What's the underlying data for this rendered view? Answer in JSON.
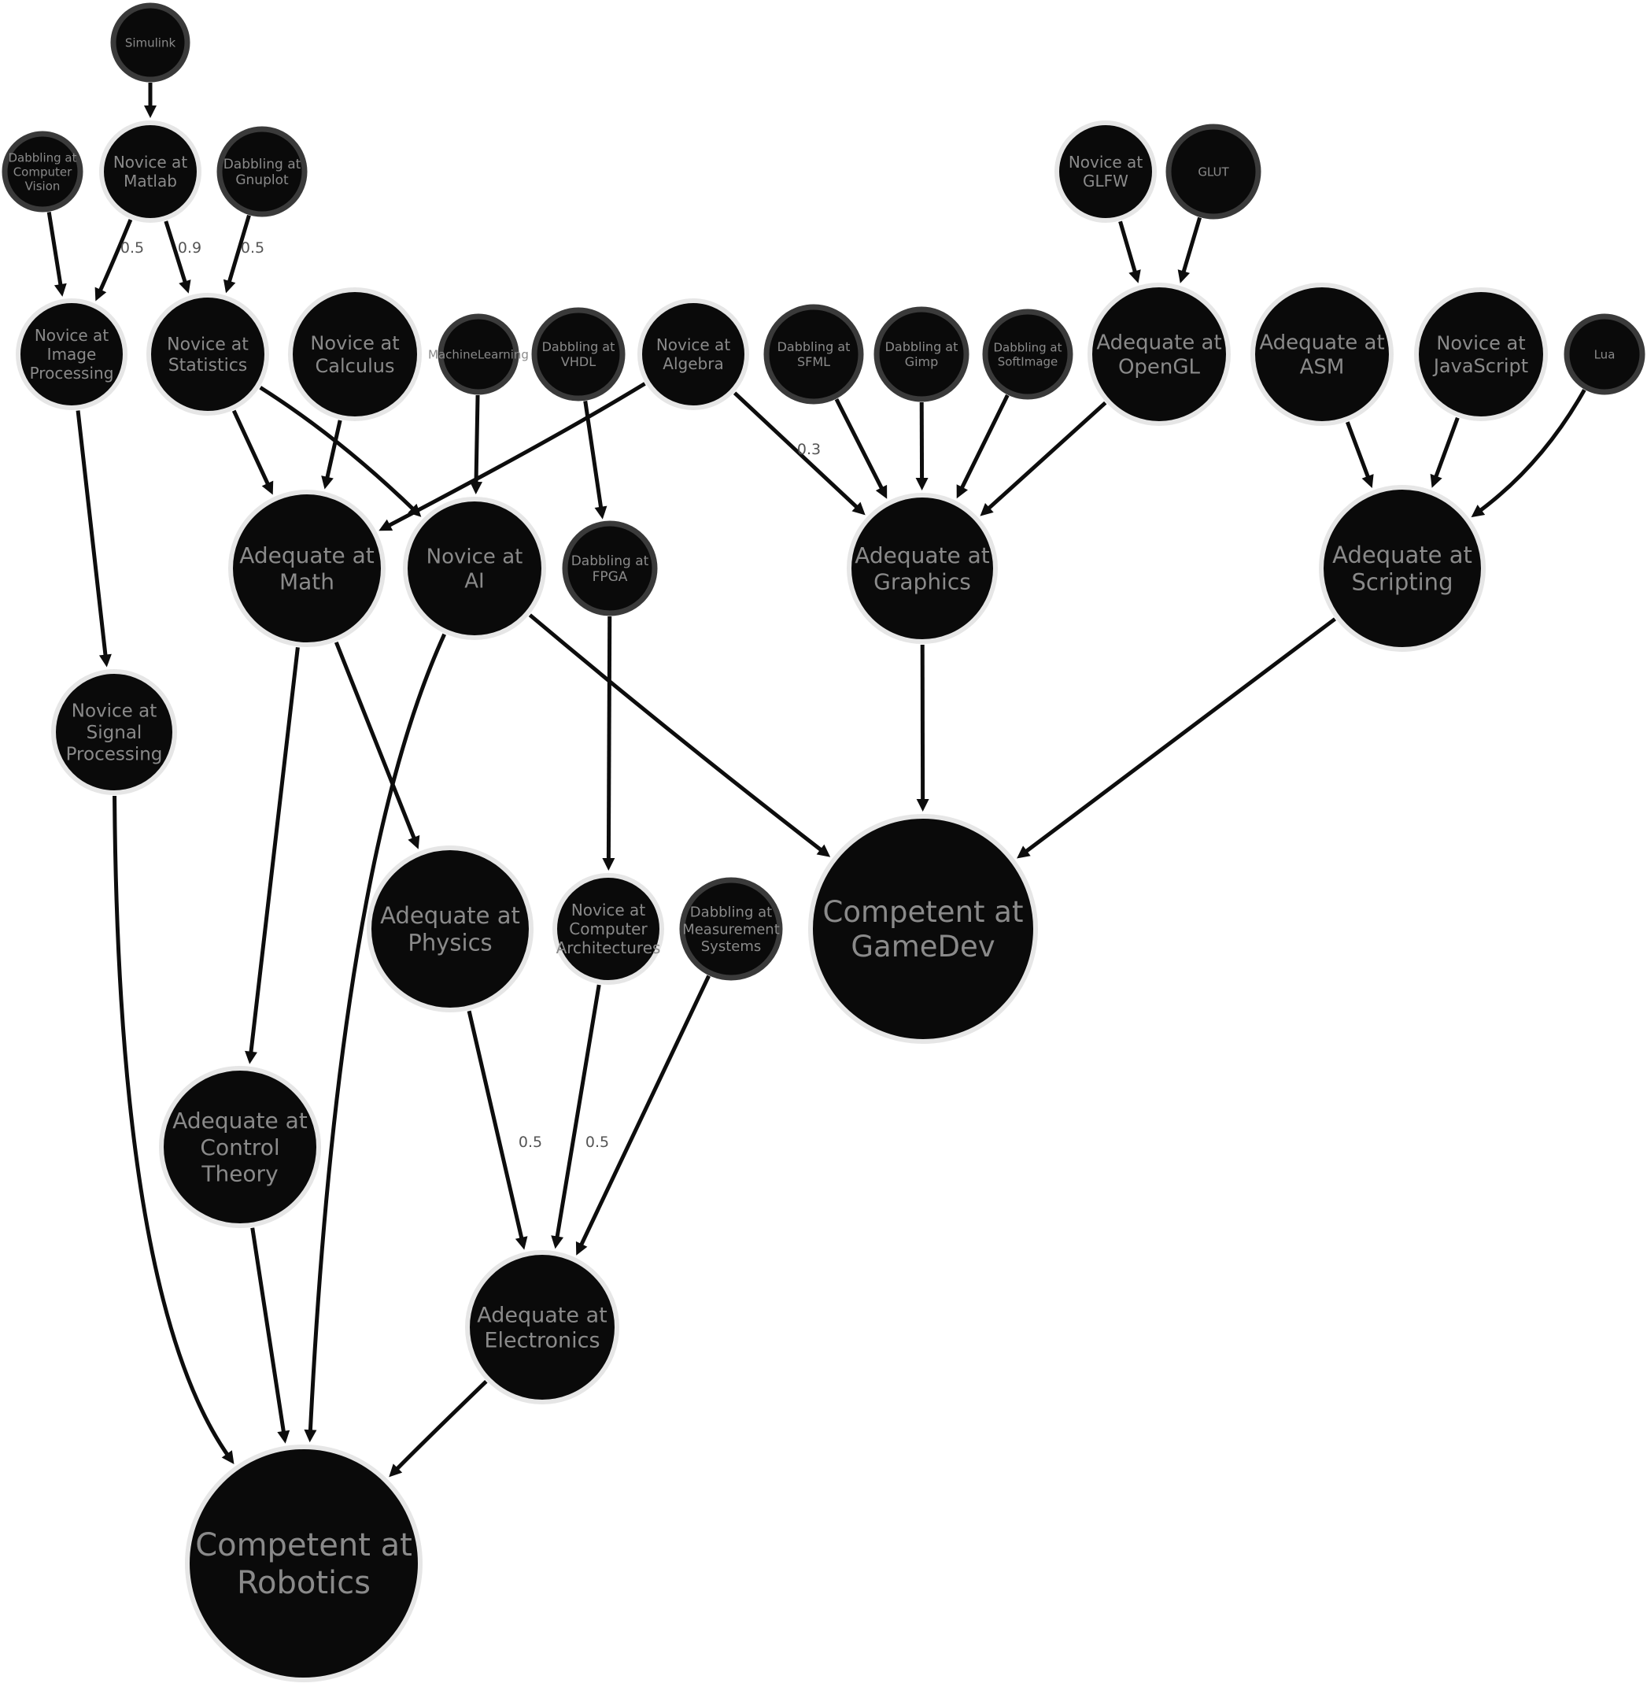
{
  "nodes": [
    {
      "id": "simulink",
      "label": [
        "Simulink"
      ]
    },
    {
      "id": "cv",
      "label": [
        "Dabbling at",
        "Computer",
        "Vision"
      ]
    },
    {
      "id": "matlab",
      "label": [
        "Novice at",
        "Matlab"
      ]
    },
    {
      "id": "gnuplot",
      "label": [
        "Dabbling at",
        "Gnuplot"
      ]
    },
    {
      "id": "glfw",
      "label": [
        "Novice at",
        "GLFW"
      ]
    },
    {
      "id": "glut",
      "label": [
        "GLUT"
      ]
    },
    {
      "id": "imgproc",
      "label": [
        "Novice at",
        "Image",
        "Processing"
      ]
    },
    {
      "id": "stats",
      "label": [
        "Novice at",
        "Statistics"
      ]
    },
    {
      "id": "calculus",
      "label": [
        "Novice at",
        "Calculus"
      ]
    },
    {
      "id": "ml",
      "label": [
        "MachineLearning"
      ]
    },
    {
      "id": "vhdl",
      "label": [
        "Dabbling at",
        "VHDL"
      ]
    },
    {
      "id": "algebra",
      "label": [
        "Novice at",
        "Algebra"
      ]
    },
    {
      "id": "sfml",
      "label": [
        "Dabbling at",
        "SFML"
      ]
    },
    {
      "id": "gimp",
      "label": [
        "Dabbling at",
        "Gimp"
      ]
    },
    {
      "id": "softimage",
      "label": [
        "Dabbling at",
        "SoftImage"
      ]
    },
    {
      "id": "opengl",
      "label": [
        "Adequate at",
        "OpenGL"
      ]
    },
    {
      "id": "asm",
      "label": [
        "Adequate at",
        "ASM"
      ]
    },
    {
      "id": "javascript",
      "label": [
        "Novice at",
        "JavaScript"
      ]
    },
    {
      "id": "lua",
      "label": [
        "Lua"
      ]
    },
    {
      "id": "math",
      "label": [
        "Adequate at",
        "Math"
      ]
    },
    {
      "id": "ai",
      "label": [
        "Novice at",
        "AI"
      ]
    },
    {
      "id": "fpga",
      "label": [
        "Dabbling at",
        "FPGA"
      ]
    },
    {
      "id": "graphics",
      "label": [
        "Adequate at",
        "Graphics"
      ]
    },
    {
      "id": "scripting",
      "label": [
        "Adequate at",
        "Scripting"
      ]
    },
    {
      "id": "sigproc",
      "label": [
        "Novice at",
        "Signal",
        "Processing"
      ]
    },
    {
      "id": "physics",
      "label": [
        "Adequate at",
        "Physics"
      ]
    },
    {
      "id": "comparch",
      "label": [
        "Novice at",
        "Computer",
        "Architectures"
      ]
    },
    {
      "id": "measurement",
      "label": [
        "Dabbling at",
        "Measurement",
        "Systems"
      ]
    },
    {
      "id": "gamedev",
      "label": [
        "Competent at",
        "GameDev"
      ]
    },
    {
      "id": "control",
      "label": [
        "Adequate at",
        "Control",
        "Theory"
      ]
    },
    {
      "id": "electronics",
      "label": [
        "Adequate at",
        "Electronics"
      ]
    },
    {
      "id": "robotics",
      "label": [
        "Competent at",
        "Robotics"
      ]
    }
  ],
  "edges": [
    {
      "from": "simulink",
      "to": "matlab",
      "label": ""
    },
    {
      "from": "cv",
      "to": "imgproc",
      "label": ""
    },
    {
      "from": "matlab",
      "to": "imgproc",
      "label": "0.5"
    },
    {
      "from": "matlab",
      "to": "stats",
      "label": "0.9"
    },
    {
      "from": "gnuplot",
      "to": "stats",
      "label": "0.5"
    },
    {
      "from": "glfw",
      "to": "opengl",
      "label": ""
    },
    {
      "from": "glut",
      "to": "opengl",
      "label": ""
    },
    {
      "from": "imgproc",
      "to": "sigproc",
      "label": ""
    },
    {
      "from": "stats",
      "to": "math",
      "label": ""
    },
    {
      "from": "stats",
      "to": "ai",
      "label": ""
    },
    {
      "from": "calculus",
      "to": "math",
      "label": ""
    },
    {
      "from": "ml",
      "to": "ai",
      "label": ""
    },
    {
      "from": "vhdl",
      "to": "fpga",
      "label": ""
    },
    {
      "from": "algebra",
      "to": "math",
      "label": ""
    },
    {
      "from": "algebra",
      "to": "graphics",
      "label": "0.3"
    },
    {
      "from": "sfml",
      "to": "graphics",
      "label": ""
    },
    {
      "from": "gimp",
      "to": "graphics",
      "label": ""
    },
    {
      "from": "softimage",
      "to": "graphics",
      "label": ""
    },
    {
      "from": "opengl",
      "to": "graphics",
      "label": ""
    },
    {
      "from": "asm",
      "to": "scripting",
      "label": ""
    },
    {
      "from": "javascript",
      "to": "scripting",
      "label": ""
    },
    {
      "from": "lua",
      "to": "scripting",
      "label": ""
    },
    {
      "from": "math",
      "to": "physics",
      "label": ""
    },
    {
      "from": "math",
      "to": "control",
      "label": ""
    },
    {
      "from": "ai",
      "to": "robotics",
      "label": ""
    },
    {
      "from": "ai",
      "to": "gamedev",
      "label": ""
    },
    {
      "from": "fpga",
      "to": "comparch",
      "label": ""
    },
    {
      "from": "graphics",
      "to": "gamedev",
      "label": ""
    },
    {
      "from": "scripting",
      "to": "gamedev",
      "label": ""
    },
    {
      "from": "sigproc",
      "to": "robotics",
      "label": ""
    },
    {
      "from": "physics",
      "to": "electronics",
      "label": "0.5"
    },
    {
      "from": "comparch",
      "to": "electronics",
      "label": "0.5"
    },
    {
      "from": "measurement",
      "to": "electronics",
      "label": ""
    },
    {
      "from": "control",
      "to": "robotics",
      "label": ""
    },
    {
      "from": "electronics",
      "to": "robotics",
      "label": ""
    }
  ],
  "colors": {
    "node_fill": "#0a0a0a",
    "node_outline_light": "#e6e6e6",
    "node_outline_dark": "#3a3a3a",
    "label_text": "#8a8a8a",
    "edge": "#0d0d0d",
    "edge_label": "#555555",
    "background": "#ffffff"
  }
}
